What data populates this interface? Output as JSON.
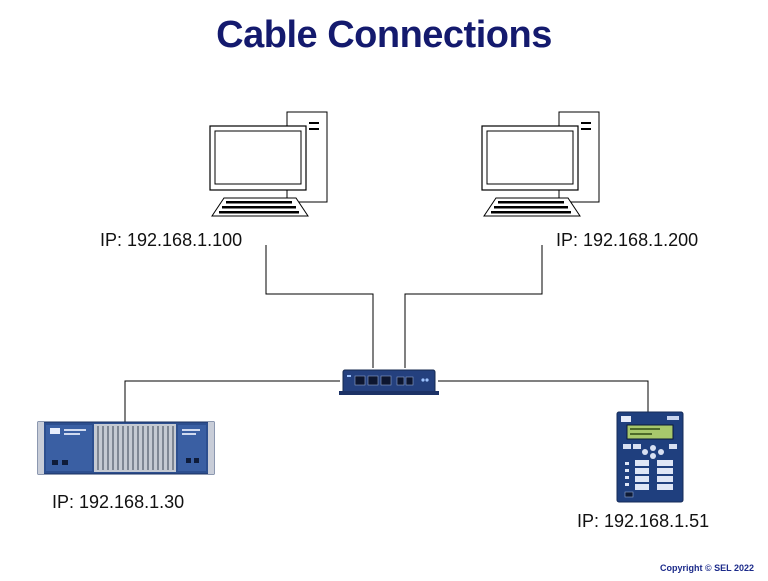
{
  "title": "Cable Connections",
  "nodes": {
    "pc_left": {
      "ip": "IP: 192.168.1.100",
      "icon": "desktop-computer-icon"
    },
    "pc_right": {
      "ip": "IP: 192.168.1.200",
      "icon": "desktop-computer-icon"
    },
    "switch": {
      "icon": "ethernet-switch-icon"
    },
    "rack_device": {
      "ip": "IP: 192.168.1.30",
      "icon": "rack-mount-controller-icon"
    },
    "relay": {
      "ip": "IP: 192.168.1.51",
      "icon": "protective-relay-icon"
    }
  },
  "copyright": "Copyright © SEL 2022",
  "colors": {
    "title": "#141a6e",
    "device_blue": "#1e3a78",
    "cable": "#000000"
  }
}
